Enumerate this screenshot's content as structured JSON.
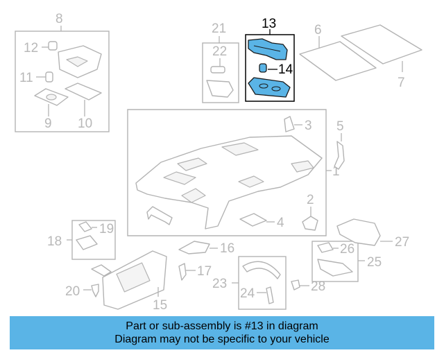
{
  "diagram": {
    "callouts": {
      "c1": "1",
      "c2": "2",
      "c3": "3",
      "c4": "4",
      "c5": "5",
      "c6": "6",
      "c7": "7",
      "c8": "8",
      "c9": "9",
      "c10": "10",
      "c11": "11",
      "c12": "12",
      "c13": "13",
      "c14": "14",
      "c15": "15",
      "c16": "16",
      "c17": "17",
      "c18": "18",
      "c19": "19",
      "c20": "20",
      "c21": "21",
      "c22": "22",
      "c23": "23",
      "c24": "24",
      "c25": "25",
      "c26": "26",
      "c27": "27",
      "c28": "28"
    },
    "highlight_part": "13",
    "colors": {
      "highlight": "#5ab4e6",
      "lines": "#b3b3b3",
      "banner": "#5ab4e6"
    }
  },
  "banner": {
    "line1": "Part or sub-assembly is #13 in diagram",
    "line2": "Diagram may not be specific to your vehicle"
  }
}
